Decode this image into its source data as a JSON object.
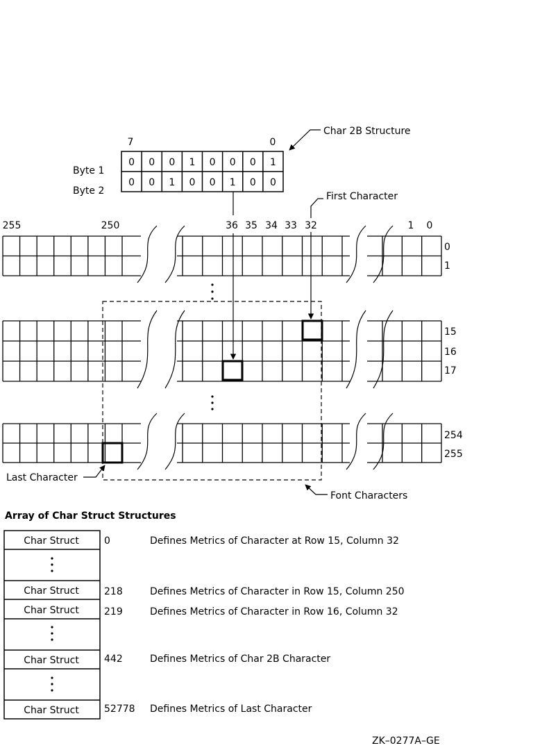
{
  "char2b": {
    "callout": "Char 2B Structure",
    "bit_high": "7",
    "bit_low": "0",
    "rows": [
      {
        "label": "Byte 1",
        "bits": [
          "0",
          "0",
          "0",
          "1",
          "0",
          "0",
          "0",
          "1"
        ]
      },
      {
        "label": "Byte 2",
        "bits": [
          "0",
          "0",
          "1",
          "0",
          "0",
          "1",
          "0",
          "0"
        ]
      }
    ]
  },
  "grid": {
    "first_char_label": "First Character",
    "last_char_label": "Last Character",
    "font_chars_label": "Font Characters",
    "col_labels": [
      "255",
      "250",
      "36",
      "35",
      "34",
      "33",
      "32",
      "1",
      "0"
    ],
    "row_labels": [
      "0",
      "1",
      "15",
      "16",
      "17",
      "254",
      "255"
    ]
  },
  "array": {
    "title": "Array of Char Struct Structures",
    "entries": [
      {
        "label": "Char Struct",
        "index": "0",
        "desc": "Defines Metrics of Character at Row 15, Column 32"
      },
      {
        "label": "Char Struct",
        "index": "218",
        "desc": "Defines Metrics of Character in Row 15, Column 250"
      },
      {
        "label": "Char Struct",
        "index": "219",
        "desc": "Defines Metrics of Character in Row 16, Column 32"
      },
      {
        "label": "Char Struct",
        "index": "442",
        "desc": "Defines Metrics of Char 2B Character"
      },
      {
        "label": "Char Struct",
        "index": "52778",
        "desc": "Defines Metrics of Last Character"
      }
    ]
  },
  "figure_id": "ZK–0277A–GE"
}
